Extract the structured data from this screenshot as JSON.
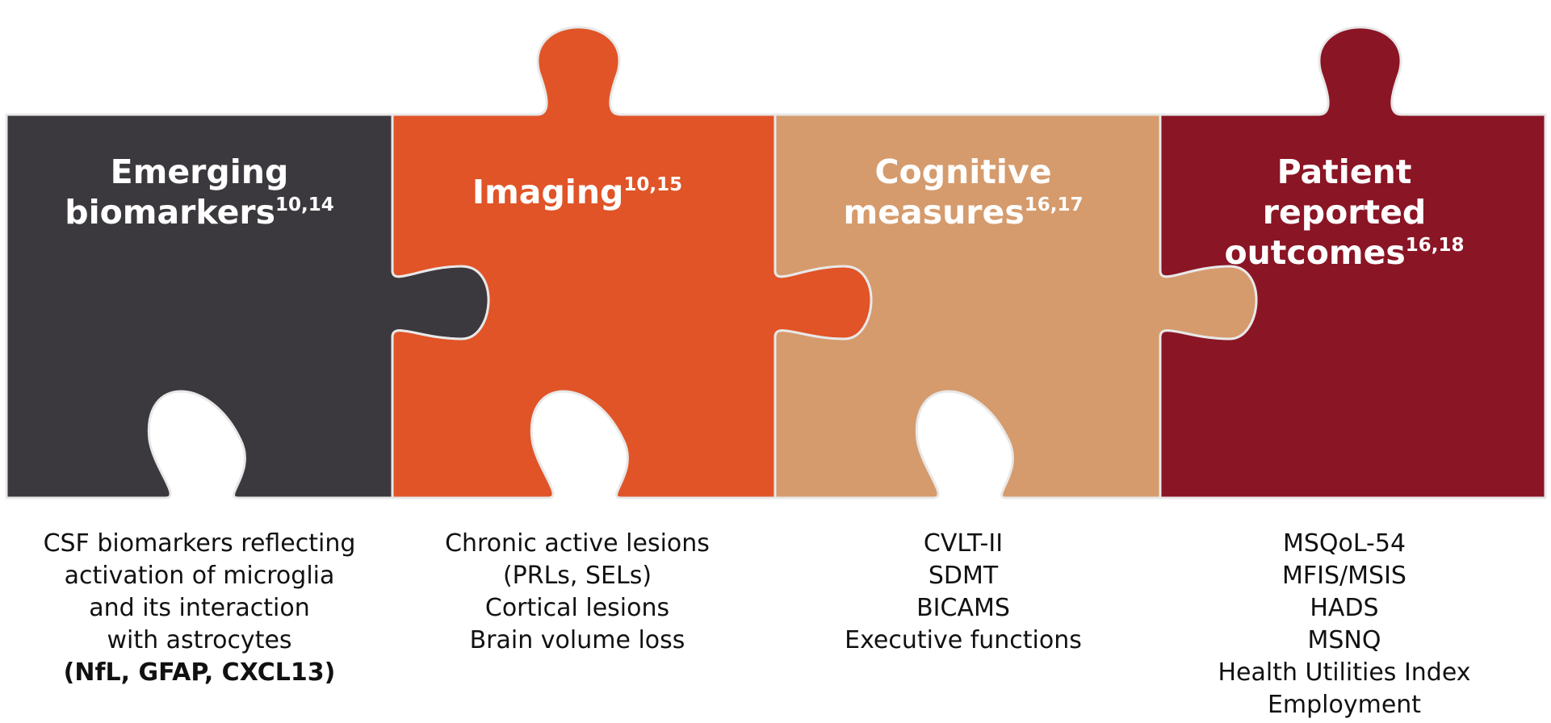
{
  "colors": {
    "piece_1": "#3c393e",
    "piece_2": "#e05427",
    "piece_3": "#d59b6d",
    "piece_4": "#8a1525",
    "outline": "#e8e8e8"
  },
  "pieces": [
    {
      "title_lines": [
        "Emerging",
        "biomarkers"
      ],
      "superscript": "10,14",
      "items": [
        "CSF biomarkers reflecting",
        "activation of microglia",
        "and its interaction",
        "with astrocytes"
      ],
      "bold_item": "(NfL, GFAP, CXCL13)"
    },
    {
      "title_lines": [
        "Imaging"
      ],
      "superscript": "10,15",
      "items": [
        "Chronic active lesions",
        "(PRLs, SELs)",
        "Cortical lesions",
        "Brain volume loss"
      ]
    },
    {
      "title_lines": [
        "Cognitive",
        "measures"
      ],
      "superscript": "16,17",
      "items": [
        "CVLT-II",
        "SDMT",
        "BICAMS",
        "Executive functions"
      ]
    },
    {
      "title_lines": [
        "Patient",
        "reported outcomes"
      ],
      "superscript": "16,18",
      "items": [
        "MSQoL-54",
        "MFIS/MSIS",
        "HADS",
        "MSNQ",
        "Health Utilities Index",
        "Employment"
      ]
    }
  ]
}
